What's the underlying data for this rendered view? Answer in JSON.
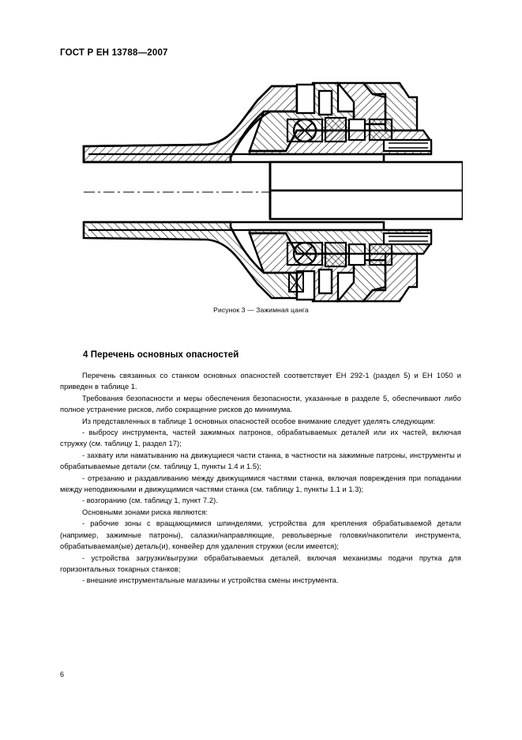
{
  "document": {
    "header": "ГОСТ Р ЕН 13788—2007",
    "page_number": "6"
  },
  "figure": {
    "caption": "Рисунок 3 — Зажимная цанга",
    "alt_name": "cross-section-technical-drawing-collet-chuck"
  },
  "section": {
    "number": "4",
    "title": "Перечень основных опасностей",
    "heading_full": "4  Перечень основных опасностей"
  },
  "paragraphs": [
    {
      "kind": "indent",
      "text": "Перечень связанных со станком основных опасностей соответствует ЕН 292-1 (раздел 5) и ЕН 1050 и приведен в таблице 1."
    },
    {
      "kind": "indent",
      "text": "Требования безопасности и меры обеспечения безопасности, указанные в разделе 5, обеспечивают либо полное устранение рисков, либо сокращение рисков до минимума."
    },
    {
      "kind": "indent",
      "text": "Из представленных в таблице 1 основных опасностей особое внимание следует уделять следующим:"
    },
    {
      "kind": "dash",
      "text": "- выбросу инструмента, частей зажимных патронов, обрабатываемых деталей или их частей, включая стружку (см. таблицу 1, раздел 17);"
    },
    {
      "kind": "dash",
      "text": "- захвату или наматыванию на движущиеся части станка, в частности на зажимные патроны, инструменты и обрабатываемые детали (см. таблицу 1, пункты 1.4 и 1.5);"
    },
    {
      "kind": "dash",
      "text": "- отрезанию и раздавливанию между движущимися частями станка, включая повреждения при попадании между неподвижными и движущимися частями станка (см. таблицу 1, пункты 1.1 и 1.3);"
    },
    {
      "kind": "dash",
      "text": "- возгоранию (см. таблицу 1, пункт 7.2)."
    },
    {
      "kind": "indent",
      "text": "Основными зонами риска являются:"
    },
    {
      "kind": "dash",
      "text": "- рабочие зоны с вращающимися шпинделями, устройства для крепления обрабатываемой детали (например, зажимные патроны), салазки/направляющие, револьверные головки/накопители инструмента, обрабатываемая(ые) деталь(и), конвейер для удаления стружки (если имеется);"
    },
    {
      "kind": "dash",
      "text": "- устройства загрузки/выгрузки обрабатываемых деталей, включая механизмы подачи прутка для горизонтальных токарных станков;"
    },
    {
      "kind": "dash",
      "text": "- внешние инструментальные магазины и устройства смены инструмента."
    }
  ],
  "colors": {
    "text": "#000000",
    "background": "#ffffff",
    "line": "#000000"
  }
}
